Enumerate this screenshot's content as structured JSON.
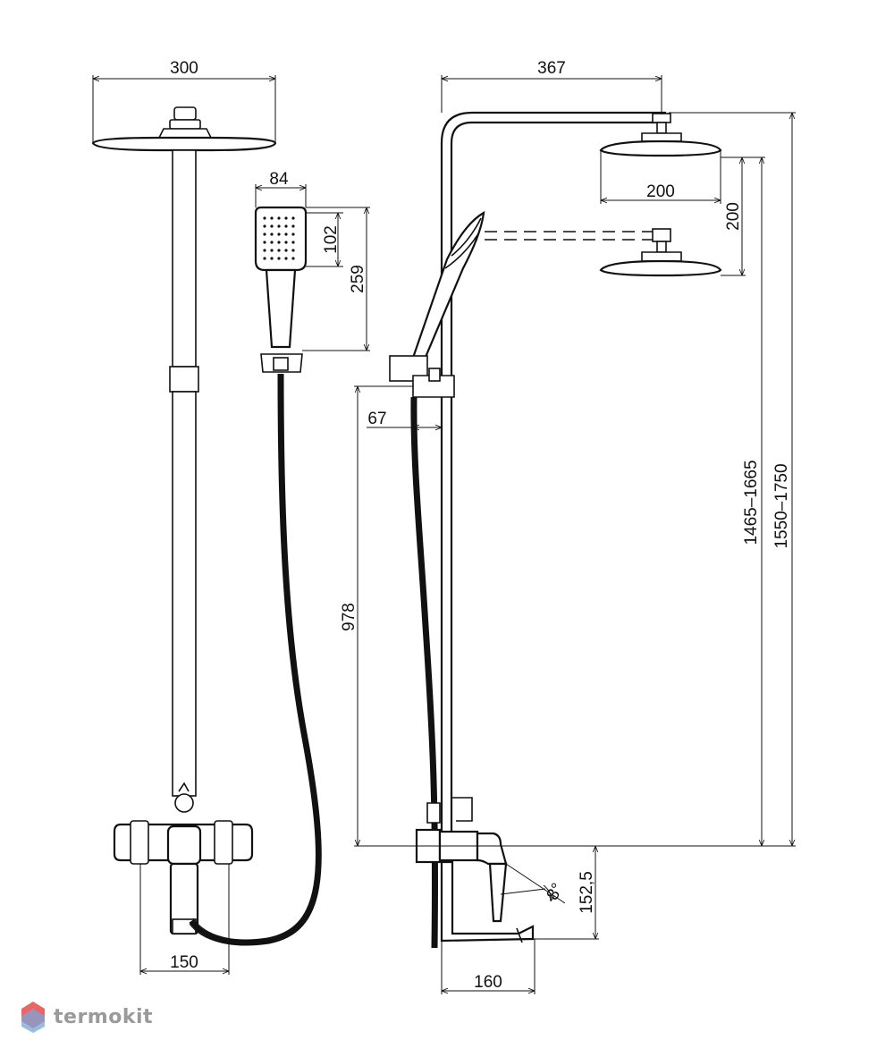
{
  "dimensions": {
    "head_diameter": "300",
    "handshower_width": "84",
    "handshower_head_height": "102",
    "handshower_length": "259",
    "arm_reach": "367",
    "head_small": "200",
    "head_drop": "200",
    "holder_offset": "67",
    "holder_height": "978",
    "head_height_min": "1465–1665",
    "overall_height": "1550–1750",
    "spout_height": "152,5",
    "mixer_width": "150",
    "spout_reach": "160",
    "swivel_angle": "8°"
  },
  "brand": {
    "name": "termokit",
    "accent": "#e84a4a",
    "accent2": "#7aa6d8"
  },
  "colors": {
    "line": "#111111",
    "background": "#ffffff"
  }
}
